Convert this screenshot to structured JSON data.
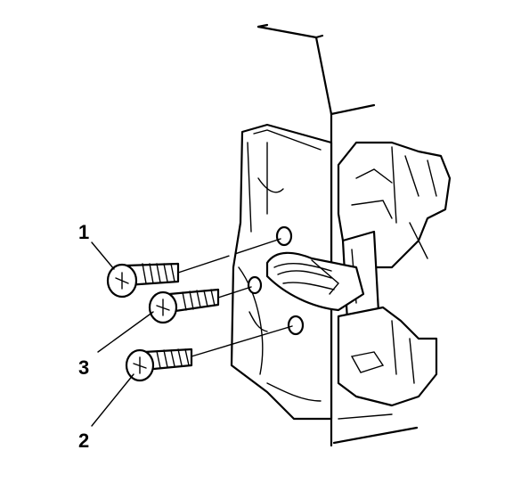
{
  "diagram": {
    "callouts": [
      {
        "id": "1",
        "label": "1"
      },
      {
        "id": "2",
        "label": "2"
      },
      {
        "id": "3",
        "label": "3"
      }
    ],
    "ink_color": "#000000",
    "background_color": "#ffffff"
  }
}
